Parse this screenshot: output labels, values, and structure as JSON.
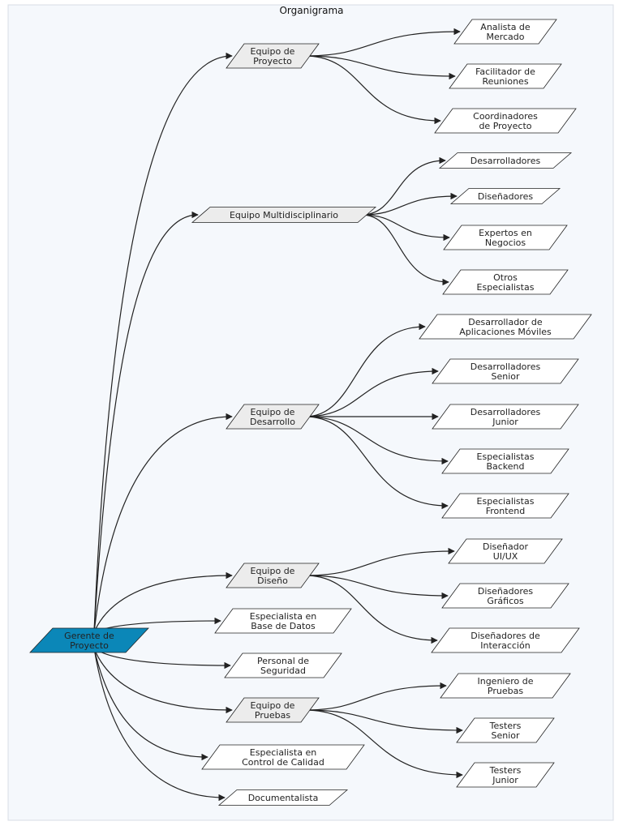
{
  "title": "Organigrama",
  "colors": {
    "background": "#f5f8fc",
    "root_fill": "#0b87b8",
    "group_fill": "#ececec",
    "leaf_fill": "#ffffff",
    "stroke": "#222222",
    "root_text": "#1a1a1a"
  },
  "root": {
    "id": "root",
    "lines": [
      "Gerente de",
      "Proyecto"
    ]
  },
  "nodes": [
    {
      "id": "equipo-proyecto",
      "type": "group",
      "lines": [
        "Equipo de",
        "Proyecto"
      ]
    },
    {
      "id": "analista-mercado",
      "type": "leaf",
      "parent": "equipo-proyecto",
      "lines": [
        "Analista de",
        "Mercado"
      ]
    },
    {
      "id": "facilitador-reuniones",
      "type": "leaf",
      "parent": "equipo-proyecto",
      "lines": [
        "Facilitador de",
        "Reuniones"
      ]
    },
    {
      "id": "coordinadores-proyecto",
      "type": "leaf",
      "parent": "equipo-proyecto",
      "lines": [
        "Coordinadores",
        "de Proyecto"
      ]
    },
    {
      "id": "equipo-multidisciplinario",
      "type": "group",
      "lines": [
        "Equipo Multidisciplinario"
      ]
    },
    {
      "id": "desarrolladores",
      "type": "leaf",
      "parent": "equipo-multidisciplinario",
      "lines": [
        "Desarrolladores"
      ]
    },
    {
      "id": "disenadores",
      "type": "leaf",
      "parent": "equipo-multidisciplinario",
      "lines": [
        "Diseñadores"
      ]
    },
    {
      "id": "expertos-negocios",
      "type": "leaf",
      "parent": "equipo-multidisciplinario",
      "lines": [
        "Expertos en",
        "Negocios"
      ]
    },
    {
      "id": "otros-especialistas",
      "type": "leaf",
      "parent": "equipo-multidisciplinario",
      "lines": [
        "Otros",
        "Especialistas"
      ]
    },
    {
      "id": "equipo-desarrollo",
      "type": "group",
      "lines": [
        "Equipo de",
        "Desarrollo"
      ]
    },
    {
      "id": "dev-moviles",
      "type": "leaf",
      "parent": "equipo-desarrollo",
      "lines": [
        "Desarrollador de",
        "Aplicaciones Móviles"
      ]
    },
    {
      "id": "dev-senior",
      "type": "leaf",
      "parent": "equipo-desarrollo",
      "lines": [
        "Desarrolladores",
        "Senior"
      ]
    },
    {
      "id": "dev-junior",
      "type": "leaf",
      "parent": "equipo-desarrollo",
      "lines": [
        "Desarrolladores",
        "Junior"
      ]
    },
    {
      "id": "esp-backend",
      "type": "leaf",
      "parent": "equipo-desarrollo",
      "lines": [
        "Especialistas",
        "Backend"
      ]
    },
    {
      "id": "esp-frontend",
      "type": "leaf",
      "parent": "equipo-desarrollo",
      "lines": [
        "Especialistas",
        "Frontend"
      ]
    },
    {
      "id": "equipo-diseno",
      "type": "group",
      "lines": [
        "Equipo de",
        "Diseño"
      ]
    },
    {
      "id": "disenador-uiux",
      "type": "leaf",
      "parent": "equipo-diseno",
      "lines": [
        "Diseñador",
        "UI/UX"
      ]
    },
    {
      "id": "disenadores-graficos",
      "type": "leaf",
      "parent": "equipo-diseno",
      "lines": [
        "Diseñadores",
        "Gráficos"
      ]
    },
    {
      "id": "disenadores-interaccion",
      "type": "leaf",
      "parent": "equipo-diseno",
      "lines": [
        "Diseñadores de",
        "Interacción"
      ]
    },
    {
      "id": "especialista-bd",
      "type": "leaf",
      "lines": [
        "Especialista en",
        "Base de Datos"
      ]
    },
    {
      "id": "personal-seguridad",
      "type": "leaf",
      "lines": [
        "Personal de",
        "Seguridad"
      ]
    },
    {
      "id": "equipo-pruebas",
      "type": "group",
      "lines": [
        "Equipo de",
        "Pruebas"
      ]
    },
    {
      "id": "ingeniero-pruebas",
      "type": "leaf",
      "parent": "equipo-pruebas",
      "lines": [
        "Ingeniero de",
        "Pruebas"
      ]
    },
    {
      "id": "testers-senior",
      "type": "leaf",
      "parent": "equipo-pruebas",
      "lines": [
        "Testers",
        "Senior"
      ]
    },
    {
      "id": "testers-junior",
      "type": "leaf",
      "parent": "equipo-pruebas",
      "lines": [
        "Testers",
        "Junior"
      ]
    },
    {
      "id": "especialista-calidad",
      "type": "leaf",
      "lines": [
        "Especialista en",
        "Control de Calidad"
      ]
    },
    {
      "id": "documentalista",
      "type": "leaf",
      "lines": [
        "Documentalista"
      ]
    }
  ]
}
